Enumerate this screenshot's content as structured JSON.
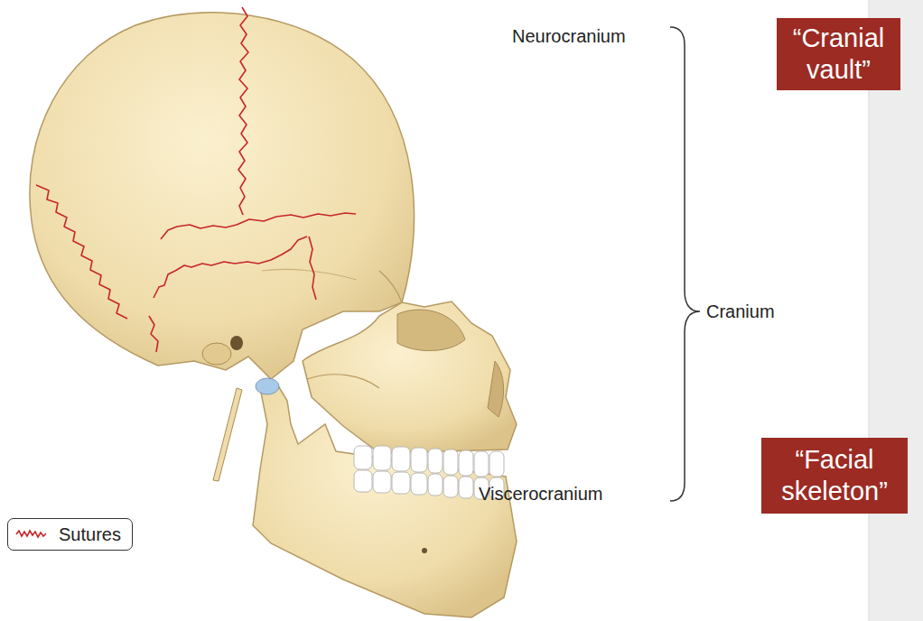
{
  "diagram": {
    "nodes": [
      {
        "text": [
          "“Cranial vault”"
        ]
      },
      {
        "text": [
          "“Facial skeleton”"
        ]
      }
    ],
    "edges": [],
    "labels": [
      "Neurocranium",
      "Cranium",
      "Viscerocranium"
    ],
    "legend": [
      {
        "text": "Sutures"
      }
    ]
  }
}
